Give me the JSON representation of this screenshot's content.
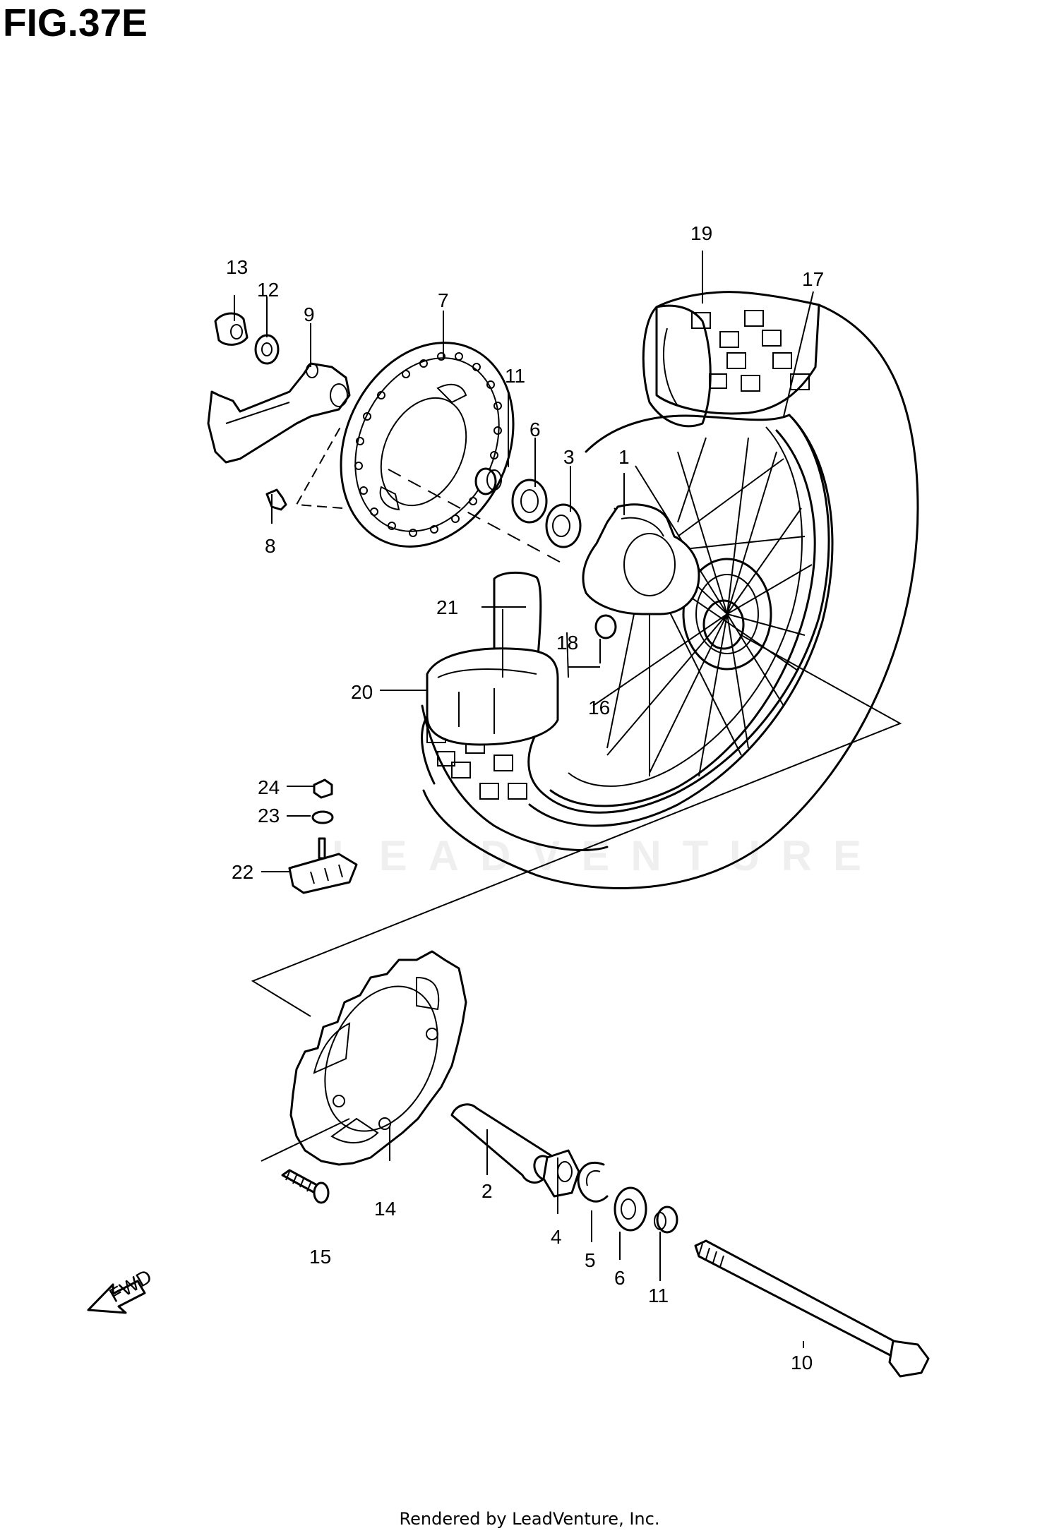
{
  "figure": {
    "title": "FIG.37E"
  },
  "footer": {
    "credit": "Rendered by LeadVenture, Inc."
  },
  "watermark": {
    "text": "LEADVENTURE"
  },
  "fwd_arrow": {
    "label": "FWD"
  },
  "callouts": {
    "c1": "1",
    "c2": "2",
    "c3": "3",
    "c4": "4",
    "c5": "5",
    "c6a": "6",
    "c6b": "6",
    "c7": "7",
    "c8": "8",
    "c9": "9",
    "c10": "10",
    "c11a": "11",
    "c11b": "11",
    "c12": "12",
    "c13": "13",
    "c14": "14",
    "c15": "15",
    "c16": "16",
    "c17": "17",
    "c18": "18",
    "c19": "19",
    "c20": "20",
    "c21": "21",
    "c22": "22",
    "c23": "23",
    "c24": "24"
  }
}
